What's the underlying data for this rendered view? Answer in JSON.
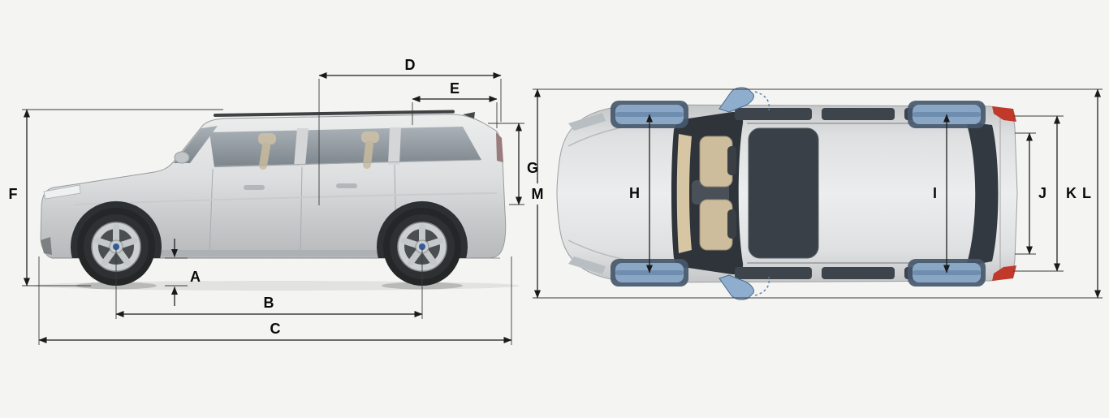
{
  "diagram": {
    "side_view_labels": {
      "A": "A",
      "B": "B",
      "C": "C",
      "D": "D",
      "E": "E",
      "F": "F",
      "G": "G"
    },
    "top_view_labels": {
      "H": "H",
      "I": "I",
      "J": "J",
      "K": "K",
      "L": "L",
      "M": "M"
    }
  },
  "colors": {
    "background": "#f4f4f2",
    "dimension_line": "#1a1a1a",
    "label_text": "#0a0a0a",
    "car_body_silver": "#d7d8da",
    "glass_gray": "#8e969d",
    "wheel_accent_blue": "#8fadcd",
    "wheel_tire_blue": "#47586c",
    "taillight_red": "#c0392b",
    "hub_blue": "#2f5d9e"
  }
}
